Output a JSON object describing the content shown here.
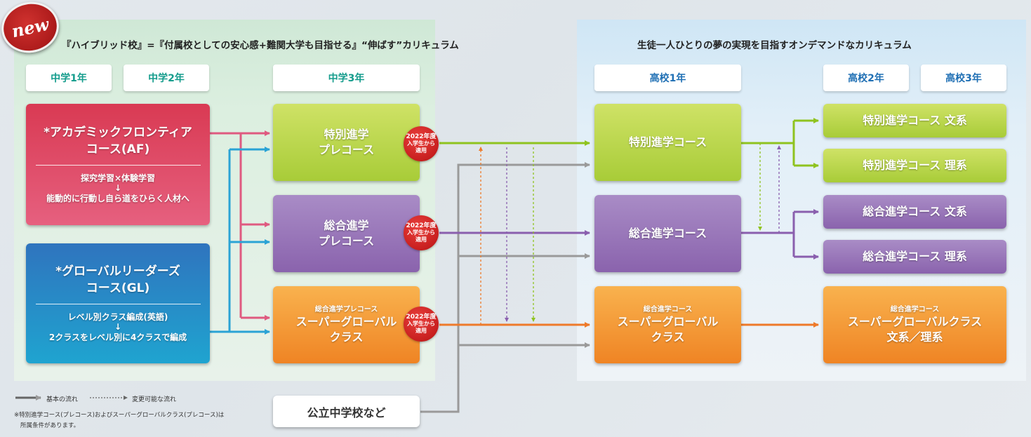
{
  "new_badge": "new",
  "left_title": "『ハイブリッド校』=『付属校としての安心感+難関大学も目指せる』“伸ばす”カリキュラム",
  "right_title": "生徒一人ひとりの夢の実現を目指すオンデマンドなカリキュラム",
  "headers": {
    "jh1": "中学1年",
    "jh2": "中学2年",
    "jh3": "中学3年",
    "hs1": "高校1年",
    "hs2": "高校2年",
    "hs3": "高校3年"
  },
  "af": {
    "title1": "*アカデミックフロンティア",
    "title2": "コース(AF)",
    "line1": "探究学習×体験学習",
    "arrow": "↓",
    "line2": "能動的に行動し自ら道をひらく人材へ"
  },
  "gl": {
    "title1": "*グローバルリーダーズ",
    "title2": "コース(GL)",
    "line1": "レベル別クラス編成(英語)",
    "arrow": "↓",
    "line2": "2クラスをレベル別に4クラスで編成"
  },
  "jh3_boxes": {
    "special_l1": "特別進学",
    "special_l2": "プレコース",
    "general_l1": "総合進学",
    "general_l2": "プレコース",
    "sg_sub": "総合進学プレコース",
    "sg_l1": "スーパーグローバル",
    "sg_l2": "クラス"
  },
  "badge": {
    "l1": "2022年度",
    "l2": "入学生から",
    "l3": "適用"
  },
  "hs1_boxes": {
    "special": "特別進学コース",
    "general": "総合進学コース",
    "sg_sub": "総合進学コース",
    "sg_l1": "スーパーグローバル",
    "sg_l2": "クラス"
  },
  "hs23_boxes": {
    "special_bun": "特別進学コース 文系",
    "special_ri": "特別進学コース 理系",
    "general_bun": "総合進学コース 文系",
    "general_ri": "総合進学コース 理系",
    "sg_sub": "総合進学コース",
    "sg_l1": "スーパーグローバルクラス",
    "sg_l2": "文系／理系"
  },
  "public_school": "公立中学校など",
  "legend": {
    "basic": "基本の流れ",
    "changeable": "変更可能な流れ"
  },
  "note_line1": "※特別進学コース(プレコース)およびスーパーグローバルクラス(プレコース)は",
  "note_line2": "所属条件があります。",
  "colors": {
    "af_pink": "#df5a80",
    "gl_blue": "#2aa3d5",
    "green": "#8fc31f",
    "purple": "#8a5fae",
    "orange": "#ee7a2a",
    "gray": "#9a9a9a"
  }
}
